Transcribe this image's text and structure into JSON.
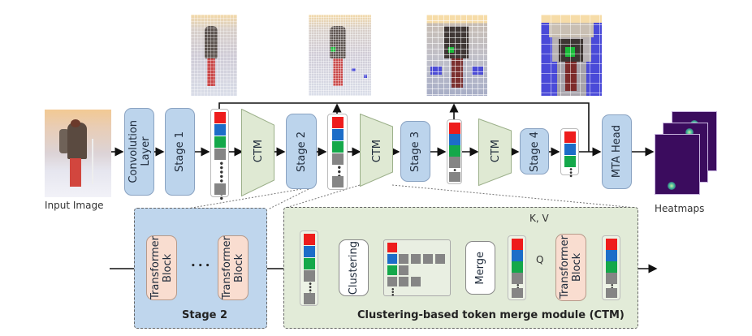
{
  "input": {
    "label": "Input Image"
  },
  "pipeline": {
    "conv": "Convolution\nLayer",
    "stage1": "Stage 1",
    "stage2": "Stage 2",
    "stage3": "Stage 3",
    "stage4": "Stage 4",
    "ctm": "CTM",
    "mta": "MTA Head"
  },
  "heatmaps": {
    "label": "Heatmaps",
    "count": 3
  },
  "stage2_detail": {
    "block": "Transformer\nBlock",
    "ellipsis": "• • •",
    "title": "Stage 2"
  },
  "ctm_detail": {
    "clustering": "Clustering",
    "merge": "Merge",
    "block": "Transformer\nBlock",
    "kv": "K, V",
    "q": "Q",
    "title": "Clustering-based token merge module (CTM)"
  },
  "colors": {
    "red": "#ee1c1c",
    "blue": "#1c6dc8",
    "green": "#14a84a",
    "gray": "#858585",
    "stage_fill": "#bcd4ec",
    "ctm_fill": "#dfe9d3",
    "transformer_fill": "#f9ddd0",
    "heatmap_bg": "#3b0c5e"
  },
  "thumbnails": [
    {
      "name": "stage1-tokens",
      "note": "fine uniform grid"
    },
    {
      "name": "stage2-tokens",
      "note": "grid with merged tokens"
    },
    {
      "name": "stage3-tokens",
      "note": "coarser clustered tokens"
    },
    {
      "name": "stage4-tokens",
      "note": "coarsest clustered tokens"
    }
  ]
}
